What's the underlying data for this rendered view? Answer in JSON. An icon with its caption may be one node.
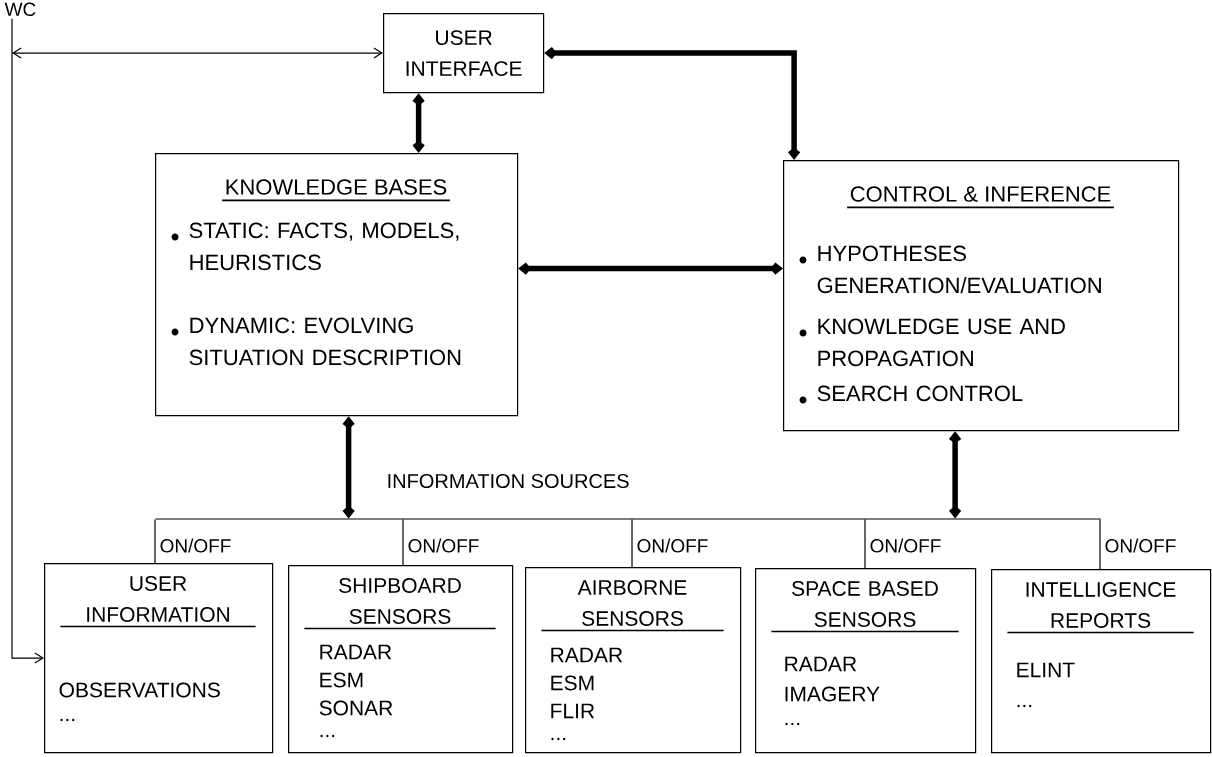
{
  "diagram": {
    "nodes": [
      {
        "text": [
          "WC"
        ]
      },
      {
        "text": [
          "USER INTERFACE"
        ]
      },
      {
        "text": [
          "KNOWLEDGE BASES",
          "STATIC: FACTS, MODELS, HEURISTICS",
          "DYNAMIC: EVOLVING SITUATION DESCRIPTION"
        ]
      },
      {
        "text": [
          "CONTROL & INFERENCE",
          "HYPOTHESES GENERATION/EVALUATION",
          "KNOWLEDGE USE AND PROPAGATION",
          "SEARCH CONTROL"
        ]
      },
      {
        "text": [],
        "shape": "bar"
      },
      {
        "text": [
          "USER INFORMATION",
          "OBSERVATIONS",
          "..."
        ]
      },
      {
        "text": [
          "SHIPBOARD SENSORS",
          "RADAR",
          "ESM",
          "SONAR",
          "..."
        ]
      },
      {
        "text": [
          "AIRBORNE SENSORS",
          "RADAR",
          "ESM",
          "FLIR",
          "..."
        ]
      },
      {
        "text": [
          "SPACE BASED SENSORS",
          "RADAR",
          "IMAGERY",
          "..."
        ]
      },
      {
        "text": [
          "INTELLIGENCE REPORTS",
          "ELINT",
          "..."
        ]
      }
    ],
    "edges": [
      {
        "from": 0,
        "to": 5,
        "arrow": "to"
      },
      {
        "from": 0,
        "to": 1,
        "arrow": "both"
      },
      {
        "from": 1,
        "to": 2,
        "arrow": "both",
        "style": "thick"
      },
      {
        "from": 1,
        "to": 3,
        "arrow": "both",
        "style": "thick"
      },
      {
        "from": 2,
        "to": 3,
        "arrow": "both",
        "style": "thick"
      },
      {
        "from": 2,
        "to": 4,
        "arrow": "both",
        "style": "thick"
      },
      {
        "from": 3,
        "to": 4,
        "arrow": "both",
        "style": "thick"
      },
      {
        "from": 4,
        "to": 5,
        "arrow": "none",
        "label": "ON/OFF"
      },
      {
        "from": 4,
        "to": 6,
        "arrow": "none",
        "label": "ON/OFF"
      },
      {
        "from": 4,
        "to": 7,
        "arrow": "none",
        "label": "ON/OFF"
      },
      {
        "from": 4,
        "to": 8,
        "arrow": "none",
        "label": "ON/OFF"
      },
      {
        "from": 4,
        "to": 9,
        "arrow": "none",
        "label": "ON/OFF"
      }
    ],
    "labels": [
      "INFORMATION SOURCES"
    ]
  }
}
